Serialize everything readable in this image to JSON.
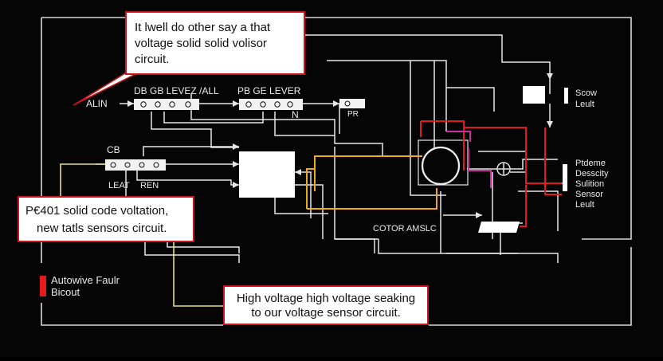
{
  "callouts": {
    "top": [
      "It lwell do other say a that",
      "voltage solid solid volisor",
      "circuit."
    ],
    "left": [
      "P€401 solid code voltation,",
      "new tatls sensors circuit."
    ],
    "bottom": [
      "High voltage high voltage seaking",
      "to our voltage sensor circuit."
    ]
  },
  "labels": {
    "alin": "ALIN",
    "lever_left": "DB GB LEVEZ /ALL",
    "lever_right": "PB GE LEVER",
    "n": "N",
    "pr": "PR",
    "cb": "CB",
    "leat": "LEAT",
    "ren": "REN",
    "motor": "COTOR AMSLC",
    "scow": [
      "Scow",
      "Leult"
    ],
    "right_block": [
      "Ptdeme",
      "Desscity",
      "Sulition",
      "Sensor",
      "Leult"
    ]
  },
  "legend": {
    "lines": [
      "Autowive Faulr",
      "Bicout"
    ],
    "color": "#e31b1b"
  },
  "colors": {
    "background": "#050505",
    "wire": "#e6e6e6",
    "fault_wire": "#e31b1b",
    "signal_wire": "#f2a81e",
    "sensor_wire": "#e8e07a",
    "magenta_wire": "#c82ea0"
  }
}
